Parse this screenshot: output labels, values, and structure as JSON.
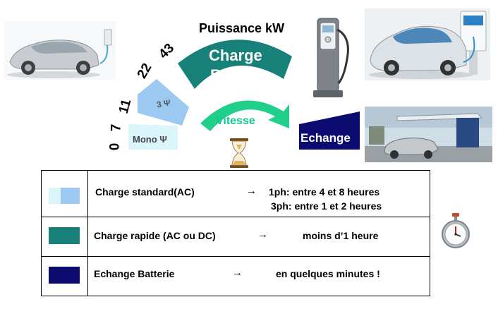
{
  "colors": {
    "mono": "#dbf6fa",
    "tri": "#9cc9f2",
    "rapide": "#168079",
    "echange": "#0c0c70",
    "vitesse_arrow": "#1fcf8a",
    "vitesse_text": "#10c890"
  },
  "header": {
    "puissance": "Puissance kW"
  },
  "scale": {
    "labels": [
      "0",
      "7",
      "11",
      "22",
      "43"
    ]
  },
  "bands": {
    "mono_label": "Mono Ψ",
    "tri_label": "3 Ψ",
    "rapide_line1": "Charge",
    "rapide_line2": "Rapide",
    "vitesse": "Vitesse",
    "echange": "Echange"
  },
  "icons": {
    "car_left": "electric-concept-car-plugged-icon",
    "charging_station": "charging-station-icon",
    "car_right": "electric-car-at-wallbox-icon",
    "swap_station": "battery-swap-station-icon",
    "hourglass": "hourglass-icon",
    "stopwatch": "stopwatch-icon"
  },
  "legend": {
    "rows": [
      {
        "label": "Charge standard(AC)",
        "arrow": "→",
        "value1": "1ph: entre 4 et 8 heures",
        "value2": "3ph: entre 1 et 2 heures"
      },
      {
        "label": "Charge rapide (AC ou DC)",
        "arrow": "→",
        "value1": "moins d’1 heure"
      },
      {
        "label": "Echange Batterie",
        "arrow": "→",
        "value1": "en quelques minutes !"
      }
    ]
  }
}
